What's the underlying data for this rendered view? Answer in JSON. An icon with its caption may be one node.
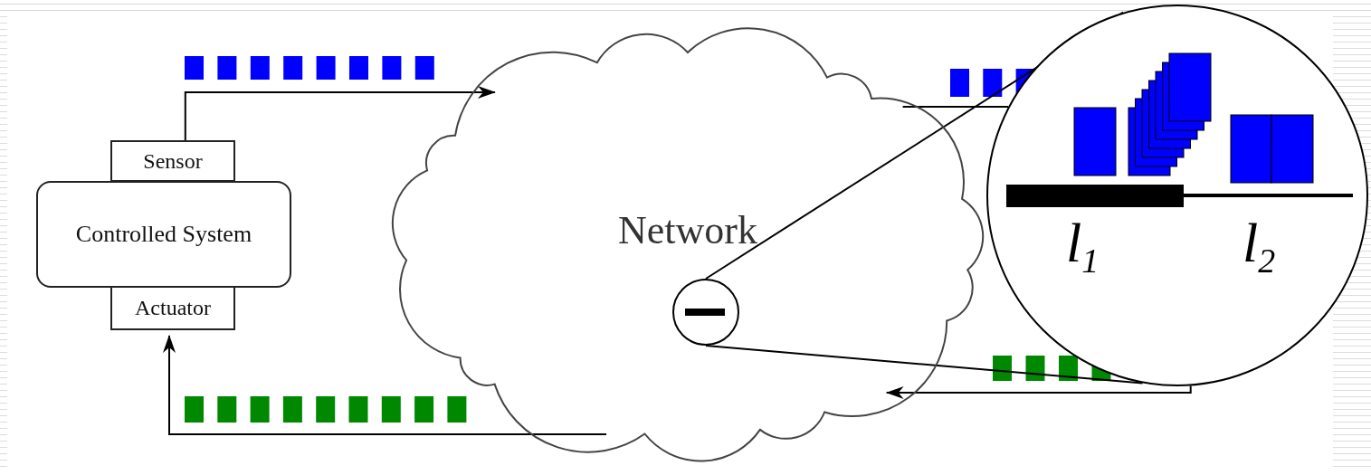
{
  "diagram": {
    "nodes": [
      {
        "text": [
          "Controlled System"
        ]
      },
      {
        "text": [
          "Sensor"
        ]
      },
      {
        "text": [
          "Actuator"
        ]
      },
      {
        "text": [
          "Network"
        ]
      },
      {
        "text": [],
        "shape": "circle",
        "in": 3
      },
      {
        "text": [
          "l$_{1}$",
          "l$_{2}$"
        ]
      }
    ],
    "edges": [
      {
        "from": 1,
        "to": 3,
        "arrow": "to"
      },
      {
        "from": 3,
        "to": 5,
        "arrow": "none"
      },
      {
        "from": 5,
        "to": 3,
        "arrow": "to"
      },
      {
        "from": 3,
        "to": 2,
        "arrow": "to"
      },
      {
        "from": 4,
        "to": 5,
        "arrow": "none"
      },
      {
        "from": 4,
        "to": 5,
        "arrow": "none"
      }
    ]
  }
}
